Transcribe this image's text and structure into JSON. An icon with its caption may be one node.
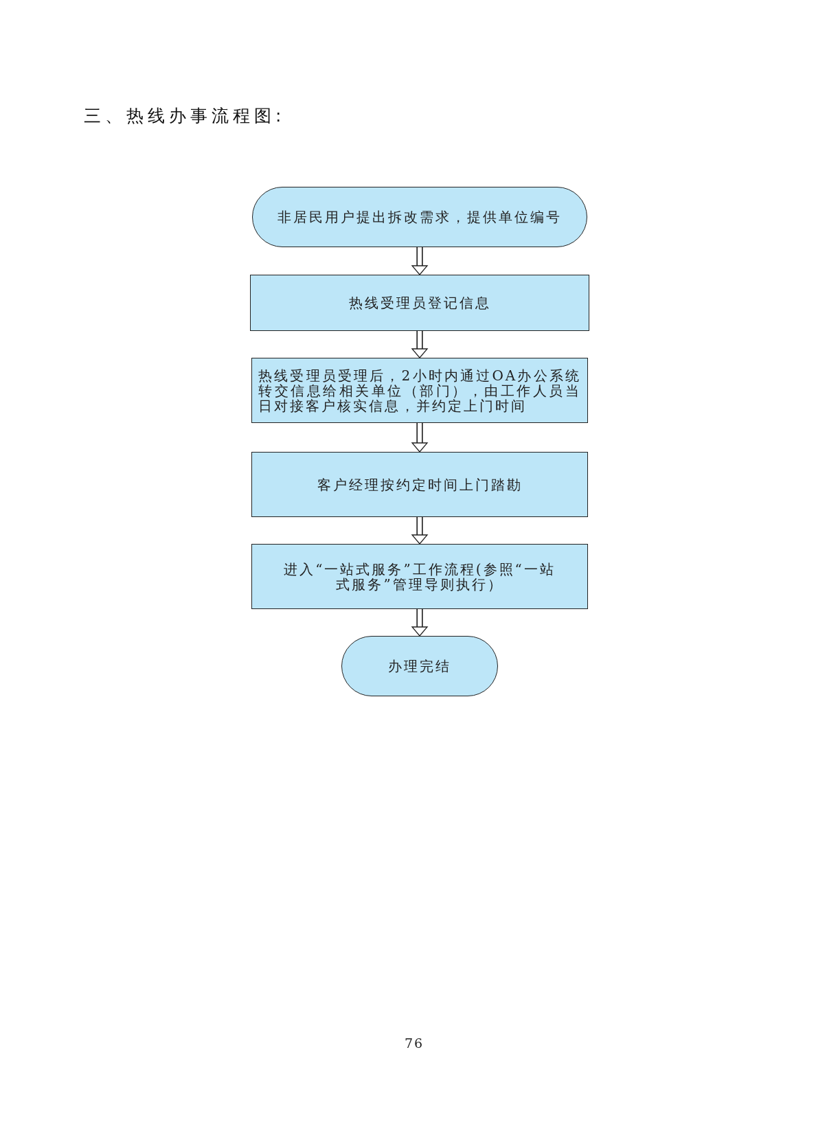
{
  "diagram": {
    "title": "三、热线办事流程图:",
    "nodes": [
      {
        "text": [
          "非居民用户提出拆改需求，提供单位编号"
        ]
      },
      {
        "text": [
          "热线受理员登记信息"
        ]
      },
      {
        "text": [
          "热线受理员受理后，2小时内通过OA办公系统转交信息给相关单位（部门），由工作人员当日对接客户核实信息，并约定上门时间"
        ]
      },
      {
        "text": [
          "客户经理按约定时间上门踏勘"
        ]
      },
      {
        "text": [
          "进入“一站式服务”工作流程(参照“一站式服务”管理导则执行）"
        ]
      },
      {
        "text": [
          "办理完结"
        ]
      }
    ],
    "edges": [
      {
        "from": 0,
        "to": 1,
        "arrow": "to"
      },
      {
        "from": 1,
        "to": 2,
        "arrow": "to"
      },
      {
        "from": 2,
        "to": 3,
        "arrow": "to"
      },
      {
        "from": 3,
        "to": 4,
        "arrow": "to"
      },
      {
        "from": 4,
        "to": 5,
        "arrow": "to"
      }
    ],
    "labels": [
      "76"
    ]
  }
}
